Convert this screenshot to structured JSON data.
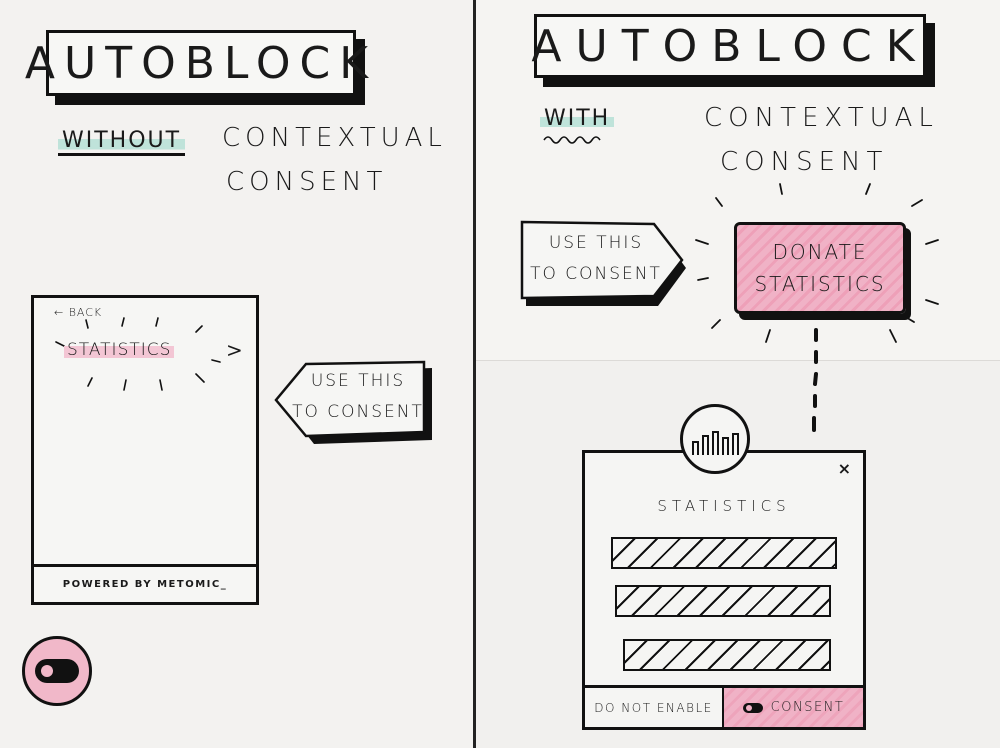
{
  "left": {
    "title": "AUTOBLOCK",
    "tag": "WITHOUT",
    "subtitle_line1": "CONTEXTUAL",
    "subtitle_line2": "CONSENT",
    "phone": {
      "back_label": "← BACK",
      "menu_item": "STATISTICS",
      "chevron": ">",
      "footer": "POWERED BY METOMIC_"
    },
    "callout_line1": "USE THIS",
    "callout_line2": "TO CONSENT",
    "widget_icon": "toggle-icon"
  },
  "right": {
    "title": "AUTOBLOCK",
    "tag": "WITH",
    "subtitle_line1": "CONTEXTUAL",
    "subtitle_line2": "CONSENT",
    "callout_line1": "USE THIS",
    "callout_line2": "TO CONSENT",
    "donate_line1": "DONATE",
    "donate_line2": "STATISTICS",
    "badge_icon": "bar-chart-icon",
    "modal": {
      "close": "×",
      "title": "STATISTICS",
      "decline_label": "DO NOT ENABLE",
      "consent_label": "CONSENT"
    }
  },
  "colors": {
    "highlight_green": "#bfe3da",
    "highlight_pink": "#f0b2c6",
    "ink": "#111111"
  }
}
